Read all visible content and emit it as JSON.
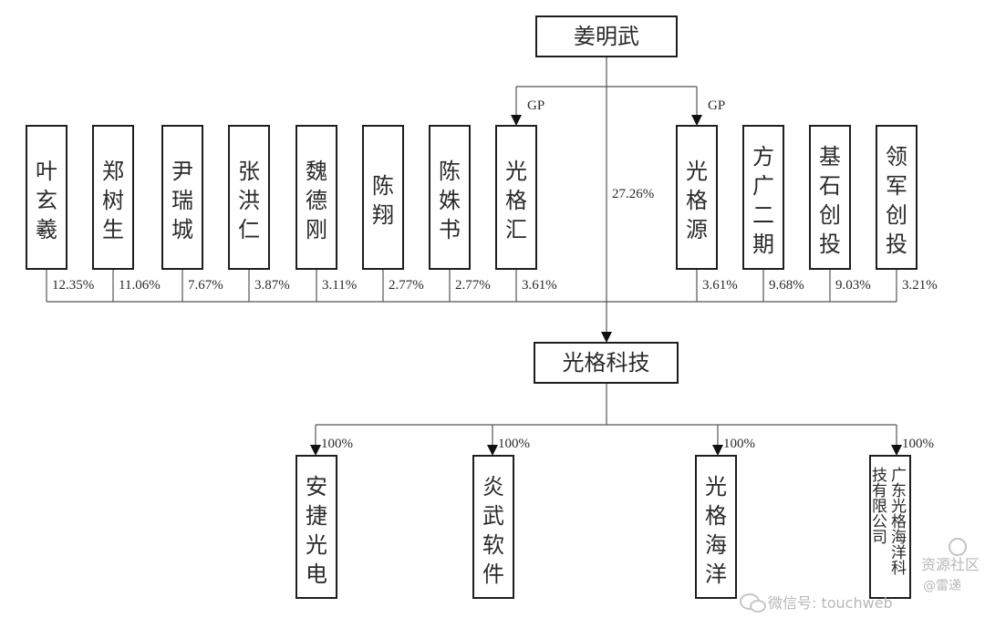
{
  "root": {
    "name": "姜明武",
    "gp_label": "GP",
    "direct_pct": "27.26%"
  },
  "shareholders": [
    {
      "name": "叶玄羲",
      "pct": "12.35%",
      "gp": false
    },
    {
      "name": "郑树生",
      "pct": "11.06%",
      "gp": false
    },
    {
      "name": "尹瑞城",
      "pct": "7.67%",
      "gp": false
    },
    {
      "name": "张洪仁",
      "pct": "3.87%",
      "gp": false
    },
    {
      "name": "魏德刚",
      "pct": "3.11%",
      "gp": false
    },
    {
      "name": "陈翔",
      "pct": "2.77%",
      "gp": false
    },
    {
      "name": "陈姝书",
      "pct": "2.77%",
      "gp": false
    },
    {
      "name": "光格汇",
      "pct": "3.61%",
      "gp": true
    },
    {
      "name": "光格源",
      "pct": "3.61%",
      "gp": true
    },
    {
      "name": "方广二期",
      "pct": "9.68%",
      "gp": false
    },
    {
      "name": "基石创投",
      "pct": "9.03%",
      "gp": false
    },
    {
      "name": "领军创投",
      "pct": "3.21%",
      "gp": false
    }
  ],
  "company": {
    "name": "光格科技"
  },
  "subsidiaries": [
    {
      "name": "安捷光电",
      "pct": "100%"
    },
    {
      "name": "炎武软件",
      "pct": "100%"
    },
    {
      "name": "光格海洋",
      "pct": "100%"
    },
    {
      "name": "广东光格海洋科技有限公司",
      "pct": "100%"
    }
  ],
  "watermark": {
    "wechat": "微信号: touchweb",
    "community": "资源社区",
    "weibo": "@雷递"
  },
  "colors": {
    "box_stroke": "#1e1e1e",
    "line": "#555555",
    "text": "#2a2a2a",
    "watermark": "#b8b8b8"
  }
}
